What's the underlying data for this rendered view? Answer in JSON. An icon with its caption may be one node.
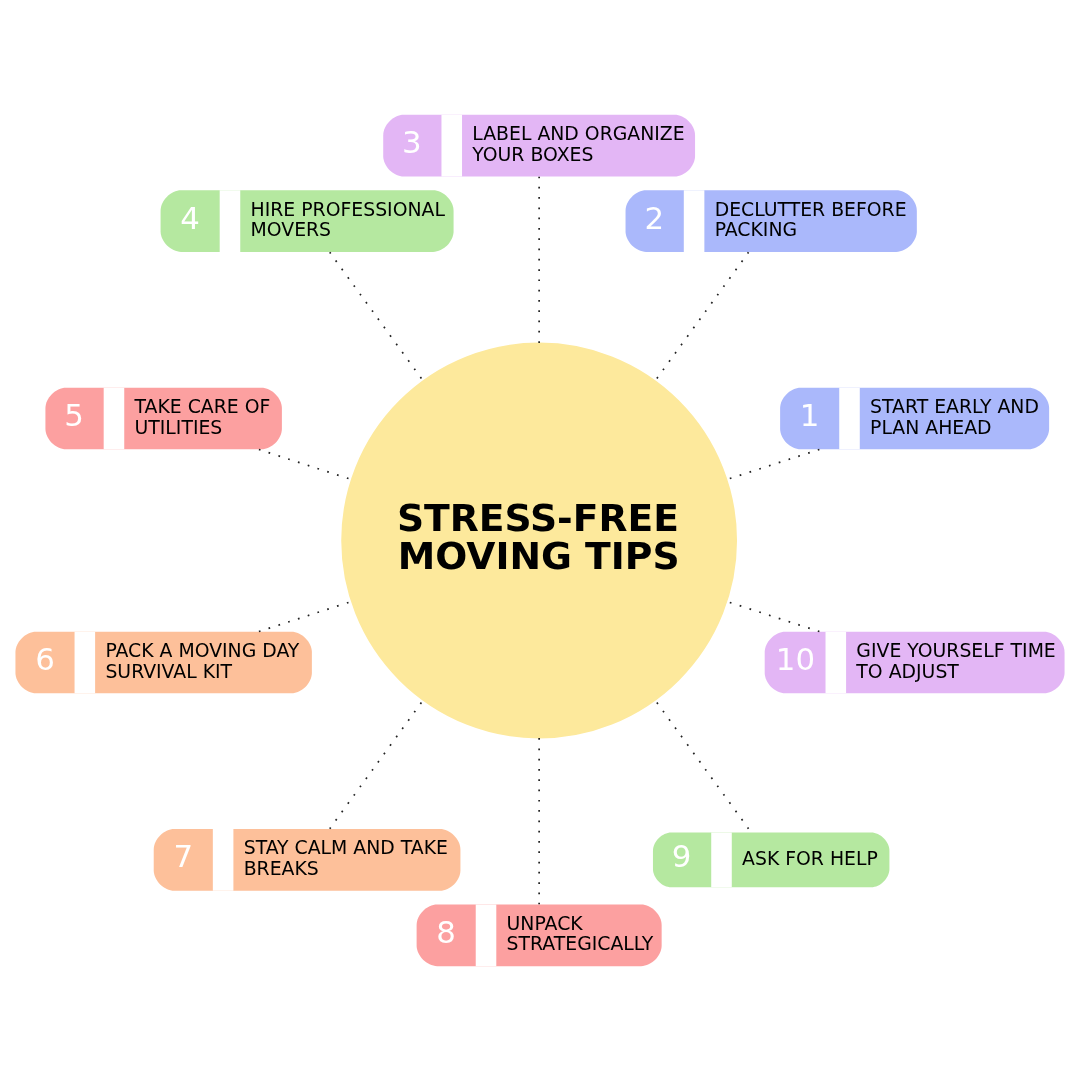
{
  "diagram": {
    "nodes": [
      {
        "text": [
          "STRESS-FREE MOVING TIPS"
        ]
      },
      {
        "text": [
          "1",
          "START EARLY AND PLAN AHEAD"
        ]
      },
      {
        "text": [
          "2",
          "DECLUTTER BEFORE PACKING"
        ]
      },
      {
        "text": [
          "3",
          "LABEL AND ORGANIZE YOUR BOXES"
        ]
      },
      {
        "text": [
          "4",
          "HIRE PROFESSIONAL MOVERS"
        ]
      },
      {
        "text": [
          "5",
          "TAKE CARE OF UTILITIES"
        ]
      },
      {
        "text": [
          "6",
          "PACK A MOVING DAY SURVIVAL KIT"
        ]
      },
      {
        "text": [
          "7",
          "STAY CALM AND TAKE BREAKS"
        ]
      },
      {
        "text": [
          "8",
          "UNPACK STRATEGICALLY"
        ]
      },
      {
        "text": [
          "9",
          "ASK FOR HELP"
        ]
      },
      {
        "text": [
          "10",
          "GIVE YOURSELF TIME TO ADJUST"
        ]
      }
    ],
    "edges": [
      {
        "from": 1,
        "to": 0,
        "arrow": "none",
        "style": "dashed"
      },
      {
        "from": 2,
        "to": 0,
        "arrow": "none",
        "style": "dashed"
      },
      {
        "from": 3,
        "to": 0,
        "arrow": "none",
        "style": "dashed"
      },
      {
        "from": 4,
        "to": 0,
        "arrow": "none",
        "style": "dashed"
      },
      {
        "from": 5,
        "to": 0,
        "arrow": "none",
        "style": "dashed"
      },
      {
        "from": 6,
        "to": 0,
        "arrow": "none",
        "style": "dashed"
      },
      {
        "from": 7,
        "to": 0,
        "arrow": "none",
        "style": "dashed"
      },
      {
        "from": 8,
        "to": 0,
        "arrow": "none",
        "style": "dashed"
      },
      {
        "from": 9,
        "to": 0,
        "arrow": "none",
        "style": "dashed"
      },
      {
        "from": 10,
        "to": 0,
        "arrow": "none",
        "style": "dashed"
      }
    ]
  }
}
